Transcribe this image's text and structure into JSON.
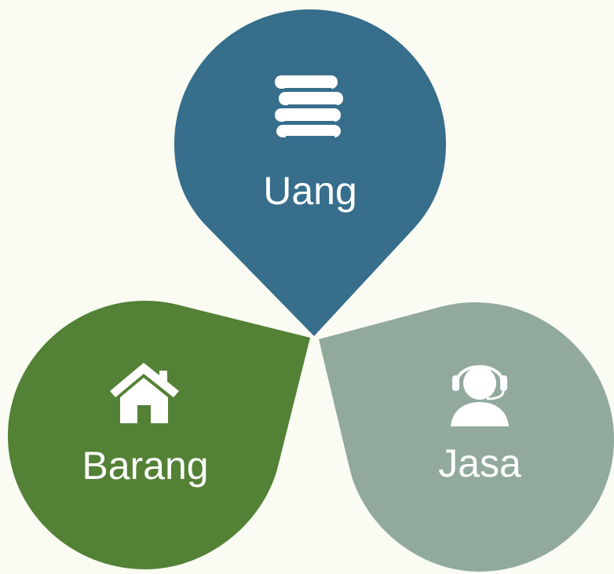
{
  "petals": [
    {
      "key": "uang",
      "label": "Uang",
      "icon": "coins-icon",
      "color": "#366e8c"
    },
    {
      "key": "barang",
      "label": "Barang",
      "icon": "house-icon",
      "color": "#538135"
    },
    {
      "key": "jasa",
      "label": "Jasa",
      "icon": "headset-operator-icon",
      "color": "#92aa9d"
    }
  ],
  "background": "#fafcf3"
}
